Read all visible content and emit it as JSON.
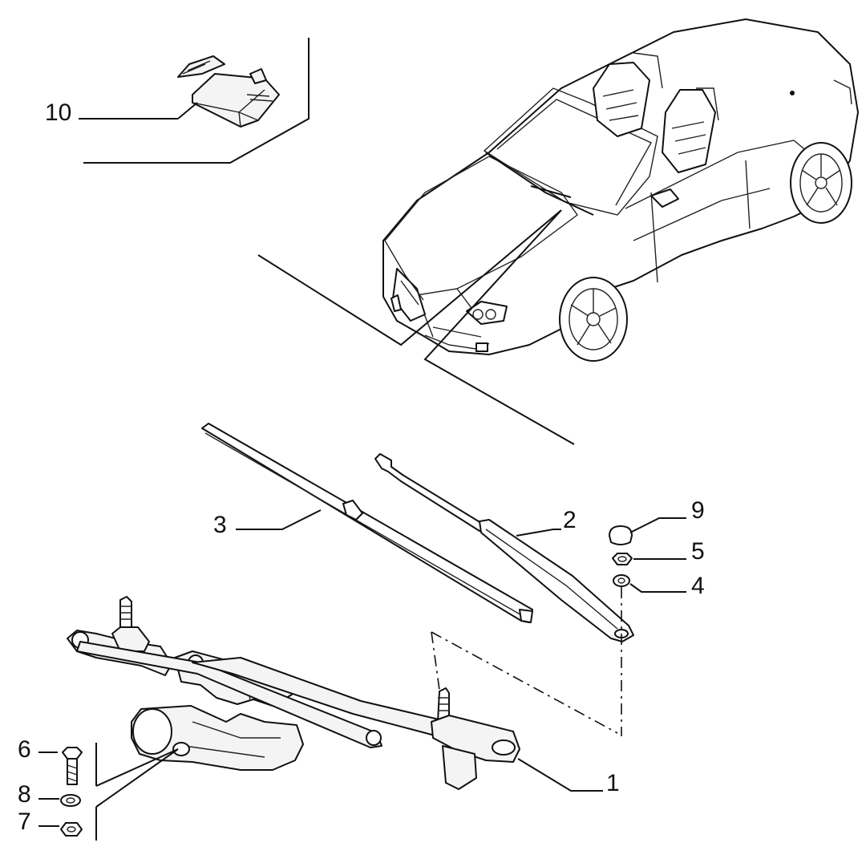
{
  "diagram": {
    "callouts": [
      {
        "id": "1",
        "label": "1"
      },
      {
        "id": "2",
        "label": "2"
      },
      {
        "id": "3",
        "label": "3"
      },
      {
        "id": "4",
        "label": "4"
      },
      {
        "id": "5",
        "label": "5"
      },
      {
        "id": "6",
        "label": "6"
      },
      {
        "id": "7",
        "label": "7"
      },
      {
        "id": "8",
        "label": "8"
      },
      {
        "id": "9",
        "label": "9"
      },
      {
        "id": "10",
        "label": "10"
      }
    ],
    "parts": {
      "1": "wiper-linkage-and-motor",
      "2": "wiper-arm",
      "3": "wiper-blade",
      "4": "washer",
      "5": "nut",
      "6": "bolt",
      "7": "nut",
      "8": "washer",
      "9": "cap",
      "10": "sensor-module"
    }
  }
}
